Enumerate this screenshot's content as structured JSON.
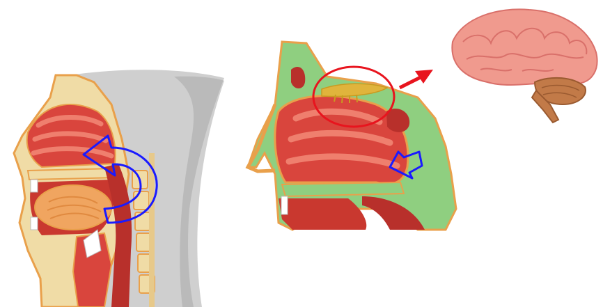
{
  "figure": {
    "panels": [
      {
        "id": "head-section",
        "icon": "head-sagittal-section-illustration"
      },
      {
        "id": "nasal-cavity",
        "icon": "nasal-cavity-closeup-illustration"
      },
      {
        "id": "brain",
        "icon": "brain-illustration"
      }
    ],
    "markers": {
      "airflow_arrow_color": "#1a1aff",
      "highlight_circle_color": "#e8141e",
      "pointer_arrow_color": "#e8141e"
    }
  },
  "colors": {
    "tissue_red": "#d9453d",
    "tissue_dark": "#b8302b",
    "tissue_light": "#ef7f6e",
    "bone": "#f0dca6",
    "outline_orange": "#e9a04b",
    "mucosa_green": "#8fcf80",
    "neck_gray": "#c9c9c9",
    "brain_pink": "#f09a8e",
    "cerebellum": "#c27a48",
    "olfactory": "#e0b43c"
  }
}
